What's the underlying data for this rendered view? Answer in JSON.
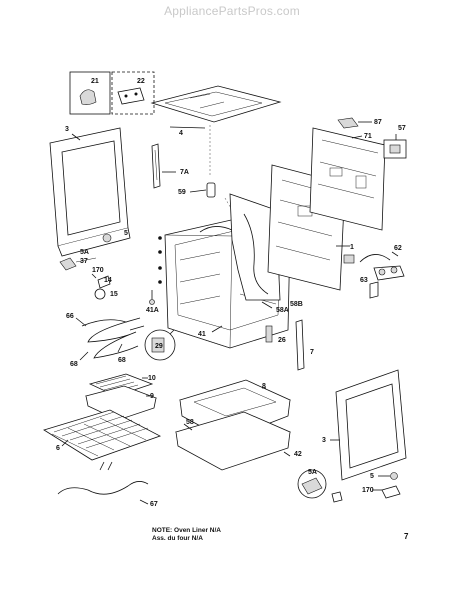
{
  "watermark": "AppliancePartsPros.com",
  "note": {
    "line1": "NOTE: Oven Liner N/A",
    "line2": "Ass. du four N/A"
  },
  "page_number": "7",
  "callouts": {
    "c21": "21",
    "c22": "22",
    "c3a": "3",
    "c4": "4",
    "c7a": "7A",
    "c59": "59",
    "c87": "87",
    "c71": "71",
    "c57": "57",
    "c1": "1",
    "c62": "62",
    "c63": "63",
    "c5a": "5",
    "c5aa": "5A",
    "c37": "37",
    "c170a": "170",
    "c14": "14",
    "c15": "15",
    "c41a": "41A",
    "c58a": "58A",
    "c58b": "58B",
    "c41": "41",
    "c26": "26",
    "c7": "7",
    "c29": "29",
    "c66": "66",
    "c68a": "68",
    "c68b": "68",
    "c10": "10",
    "c9": "9",
    "c8": "8",
    "c6": "6",
    "c58": "58",
    "c42": "42",
    "c3b": "3",
    "c5ab": "5A",
    "c5b": "5",
    "c170b": "170",
    "c67": "67"
  }
}
